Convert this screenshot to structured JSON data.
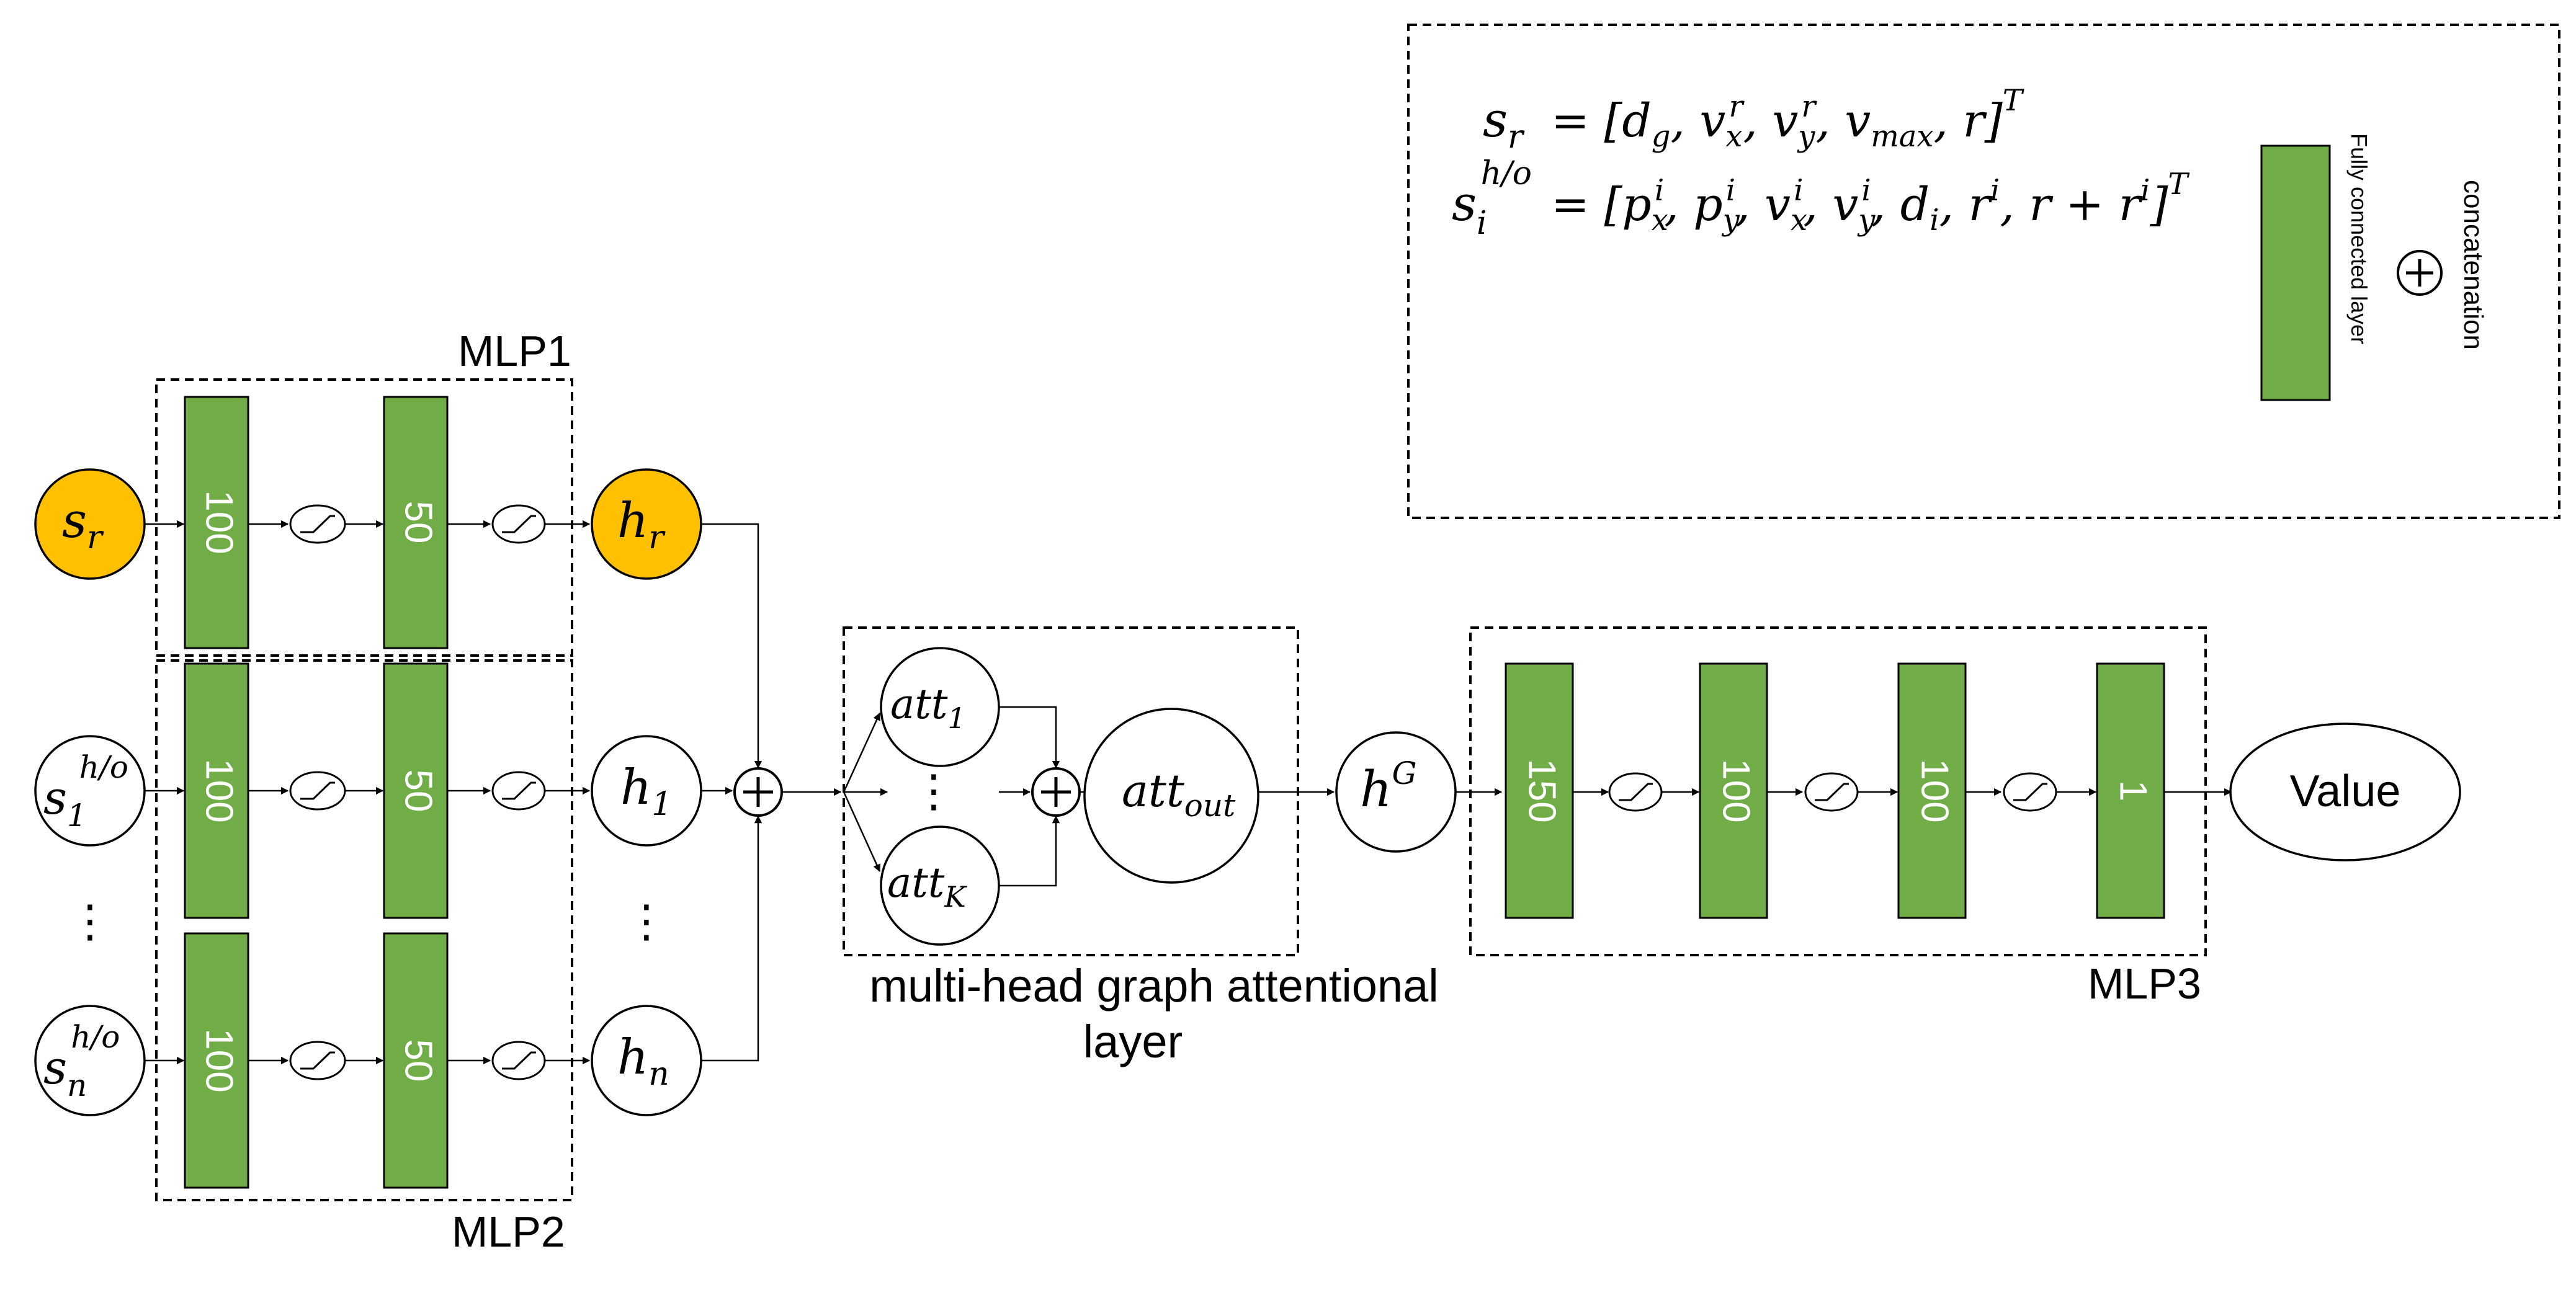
{
  "colors": {
    "fc_layer": "#70ad47",
    "robot_node": "#ffc000",
    "node": "#ffffff",
    "stroke": "#000000"
  },
  "legend": {
    "eq1_lhs": "s_r",
    "eq1_rhs": "= [d_g, v_x^r, v_y^r, v_max, r]^T",
    "eq2_lhs": "s_i^{h/o}",
    "eq2_rhs": "= [p_x^i, p_y^i, v_x^i, v_y^i, d_i, r^i, r + r^i]^T",
    "fc_label": "Fully connected layer",
    "concat_label": "concatenation",
    "concat_icon": "circled-plus"
  },
  "inputs": {
    "robot": "s_r",
    "human_1": "s_1^{h/o}",
    "human_n": "s_n^{h/o}",
    "ellipsis": "⋮"
  },
  "mlp1": {
    "label": "MLP1",
    "layers": [
      "100",
      "50"
    ]
  },
  "mlp2": {
    "label": "MLP2",
    "layers": [
      "100",
      "50"
    ]
  },
  "hidden": {
    "robot": "h_r",
    "h1": "h_1",
    "hn": "h_n",
    "ellipsis": "⋮"
  },
  "attention": {
    "label_line1": "multi-head graph attentional",
    "label_line2": "layer",
    "head1": "att_1",
    "headK": "att_K",
    "ellipsis": "⋮",
    "out": "att_out"
  },
  "graph_embedding": "h^G",
  "mlp3": {
    "label": "MLP3",
    "layers": [
      "150",
      "100",
      "100",
      "1"
    ]
  },
  "output": "Value"
}
